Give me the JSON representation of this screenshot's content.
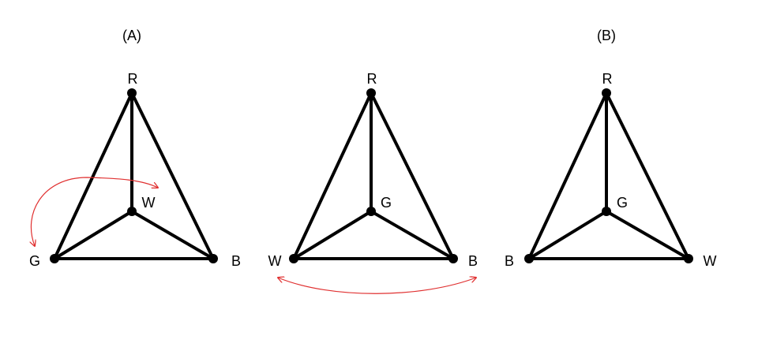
{
  "colors": {
    "edge": "#000000",
    "node": "#000000",
    "arrow": "#e03030",
    "background": "#ffffff"
  },
  "panels": [
    {
      "caption": "(A)",
      "vertices": {
        "top": "R",
        "center": "W",
        "left": "G",
        "right": "B"
      }
    },
    {
      "caption": "",
      "vertices": {
        "top": "R",
        "center": "G",
        "left": "W",
        "right": "B"
      }
    },
    {
      "caption": "(B)",
      "vertices": {
        "top": "R",
        "center": "G",
        "left": "B",
        "right": "W"
      }
    }
  ]
}
